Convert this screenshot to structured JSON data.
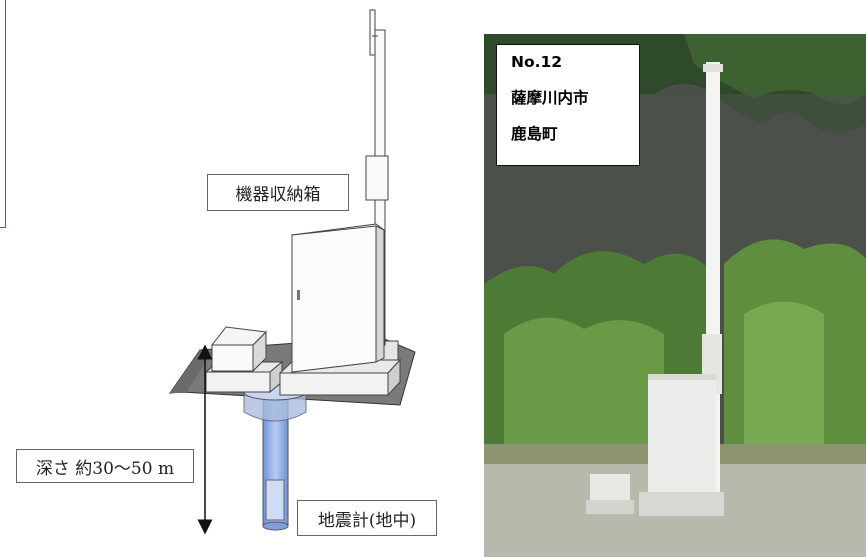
{
  "diagram": {
    "callout_equipment_box": "機器収納箱",
    "callout_depth": "深さ 約30～50 m",
    "callout_seismometer": "地震計(地中)"
  },
  "photo": {
    "station_number": "No.12",
    "city": "薩摩川内市",
    "town": "鹿島町"
  },
  "colors": {
    "frame_blue": "#3a63c4",
    "pipe_blue": "#8fb0e8",
    "vegetation_green": "#5f8f3e"
  }
}
